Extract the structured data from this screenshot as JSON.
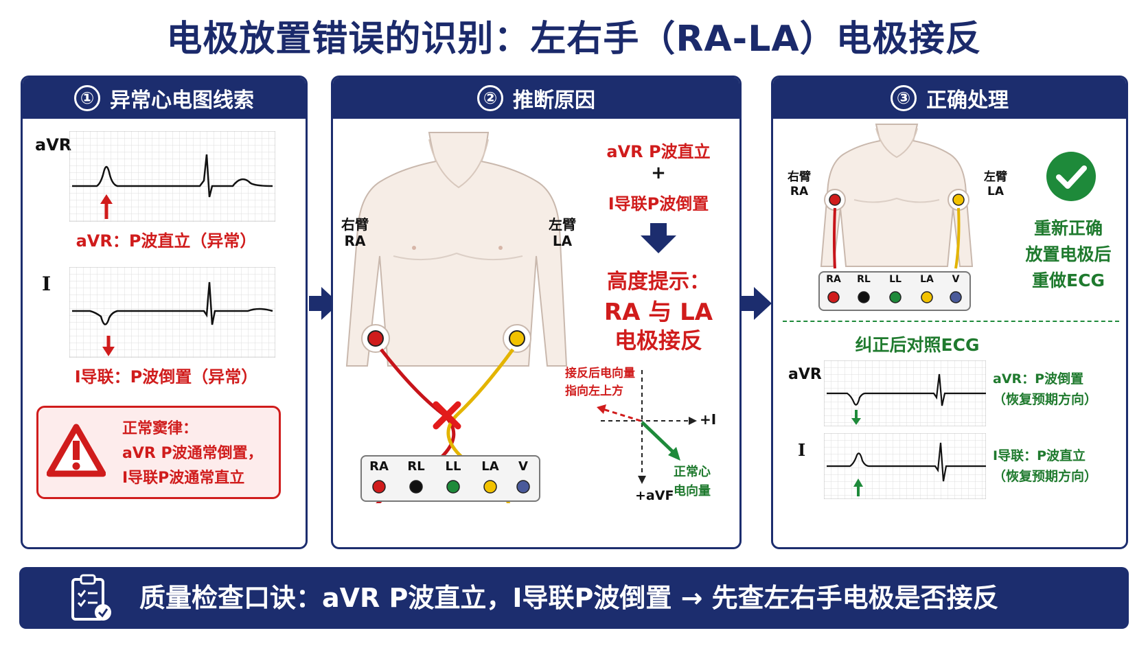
{
  "title": "电极放置错误的识别：左右手（RA-LA）电极接反",
  "panels": [
    {
      "number": "①",
      "heading": "异常心电图线索",
      "lead_avr": "aVR",
      "lead_i": "I",
      "caption_avr": "aVR：P波直立（异常）",
      "caption_i": "I导联：P波倒置（异常）",
      "warning_title": "正常窦律：",
      "warning_line1": "aVR P波通常倒置，",
      "warning_line2": "I导联P波通常直立"
    },
    {
      "number": "②",
      "heading": "推断原因",
      "label_right_arm": "右臂",
      "label_ra": "RA",
      "label_left_arm": "左臂",
      "label_la": "LA",
      "electrodes": [
        "RA",
        "RL",
        "LL",
        "LA",
        "V"
      ],
      "finding1": "aVR P波直立",
      "plus": "+",
      "finding2": "I导联P波倒置",
      "hint_title": "高度提示：",
      "hint_line1": "RA 与 LA",
      "hint_line2": "电极接反",
      "vector_swapped_line1": "接反后电向量",
      "vector_swapped_line2": "指向左上方",
      "axis_plus_i": "+I",
      "axis_plus_avf": "+aVF",
      "vector_normal_line1": "正常心",
      "vector_normal_line2": "电向量"
    },
    {
      "number": "③",
      "heading": "正确处理",
      "label_right_arm": "右臂",
      "label_ra": "RA",
      "label_left_arm": "左臂",
      "label_la": "LA",
      "electrodes": [
        "RA",
        "RL",
        "LL",
        "LA",
        "V"
      ],
      "action_line1": "重新正确",
      "action_line2": "放置电极后",
      "action_line3": "重做ECG",
      "compare_title": "纠正后对照ECG",
      "lead_avr": "aVR",
      "lead_i": "I",
      "note_avr_line1": "aVR：P波倒置",
      "note_avr_line2": "（恢复预期方向）",
      "note_i_line1": "I导联：P波直立",
      "note_i_line2": "（恢复预期方向）"
    }
  ],
  "footer": "质量检查口诀：aVR P波直立，I导联P波倒置 → 先查左右手电极是否接反",
  "colors": {
    "navy": "#1c2d6e",
    "red": "#d01c1c",
    "green": "#1f7a2e",
    "yellow": "#f2c200",
    "electrode_rl": "#111111",
    "electrode_ll": "#1e8a3a",
    "electrode_v": "#4a5a9a"
  },
  "icons": [
    "warning-triangle-icon",
    "check-circle-icon",
    "clipboard-check-icon",
    "down-arrow-icon",
    "right-arrow-icon",
    "cross-icon"
  ]
}
